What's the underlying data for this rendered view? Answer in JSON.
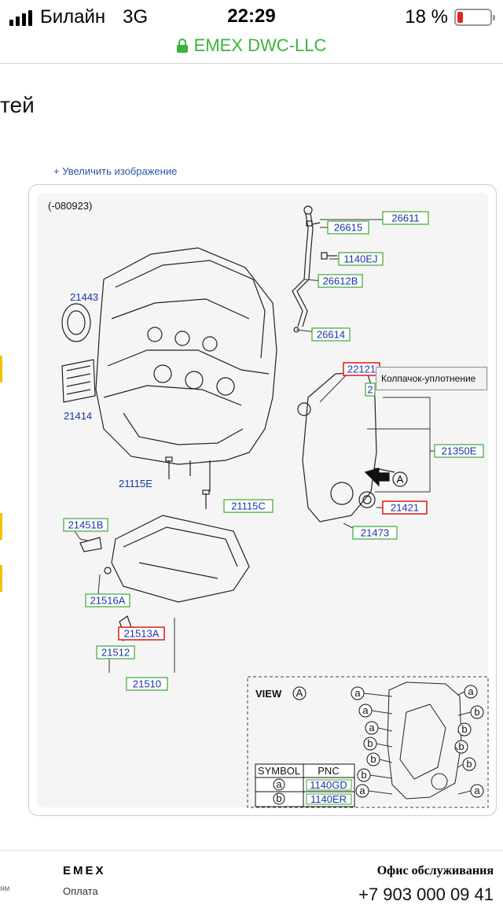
{
  "status_bar": {
    "carrier": "Билайн",
    "network": "3G",
    "time": "22:29",
    "battery_text": "18 %",
    "battery_level": 0.18,
    "battery_color": "#e0261f"
  },
  "url_bar": {
    "lock_icon": "lock-icon",
    "domain": "EMEX DWC-LLC",
    "color": "#3bb33f"
  },
  "page": {
    "heading_partial": "тей",
    "enlarge_link": "+ Увеличить изображение"
  },
  "diagram": {
    "serial_range": "(-080923)",
    "parts": [
      {
        "pnc": "26611",
        "highlight": false
      },
      {
        "pnc": "26615",
        "highlight": false
      },
      {
        "pnc": "1140EJ",
        "highlight": false
      },
      {
        "pnc": "26612B",
        "highlight": false
      },
      {
        "pnc": "26614",
        "highlight": false
      },
      {
        "pnc": "22121",
        "highlight": true
      },
      {
        "pnc": "2",
        "highlight": false
      },
      {
        "pnc": "21350E",
        "highlight": false
      },
      {
        "pnc": "21421",
        "highlight": true
      },
      {
        "pnc": "21473",
        "highlight": false
      },
      {
        "pnc": "21115C",
        "highlight": false
      },
      {
        "pnc": "21451B",
        "highlight": false
      },
      {
        "pnc": "21516A",
        "highlight": false
      },
      {
        "pnc": "21513A",
        "highlight": true
      },
      {
        "pnc": "21512",
        "highlight": false
      },
      {
        "pnc": "21510",
        "highlight": false
      }
    ],
    "plain_labels": [
      "21443",
      "21414",
      "21115E"
    ],
    "view_label": "VIEW",
    "view_mark": "A",
    "arrow_mark": "A",
    "symbol_table": {
      "headers": [
        "SYMBOL",
        "PNC"
      ],
      "rows": [
        {
          "symbol": "a",
          "pnc": "1140GD"
        },
        {
          "symbol": "b",
          "pnc": "1140ER"
        }
      ]
    },
    "view_callouts_left": [
      "a",
      "a",
      "a",
      "b",
      "b",
      "b",
      "a"
    ],
    "view_callouts_right": [
      "a",
      "b",
      "b",
      "b",
      "b",
      "a"
    ],
    "box_color": "#3aaa35",
    "highlight_color": "#e0261f",
    "text_color": "#1a33a8"
  },
  "tooltip": {
    "text": "Колпачок-уплотнение"
  },
  "footer": {
    "brand": "EMEX",
    "office": "Офис обслуживания",
    "pay": "Оплата",
    "phone": "+7 903 000 09 41",
    "left_cut": "ям"
  }
}
